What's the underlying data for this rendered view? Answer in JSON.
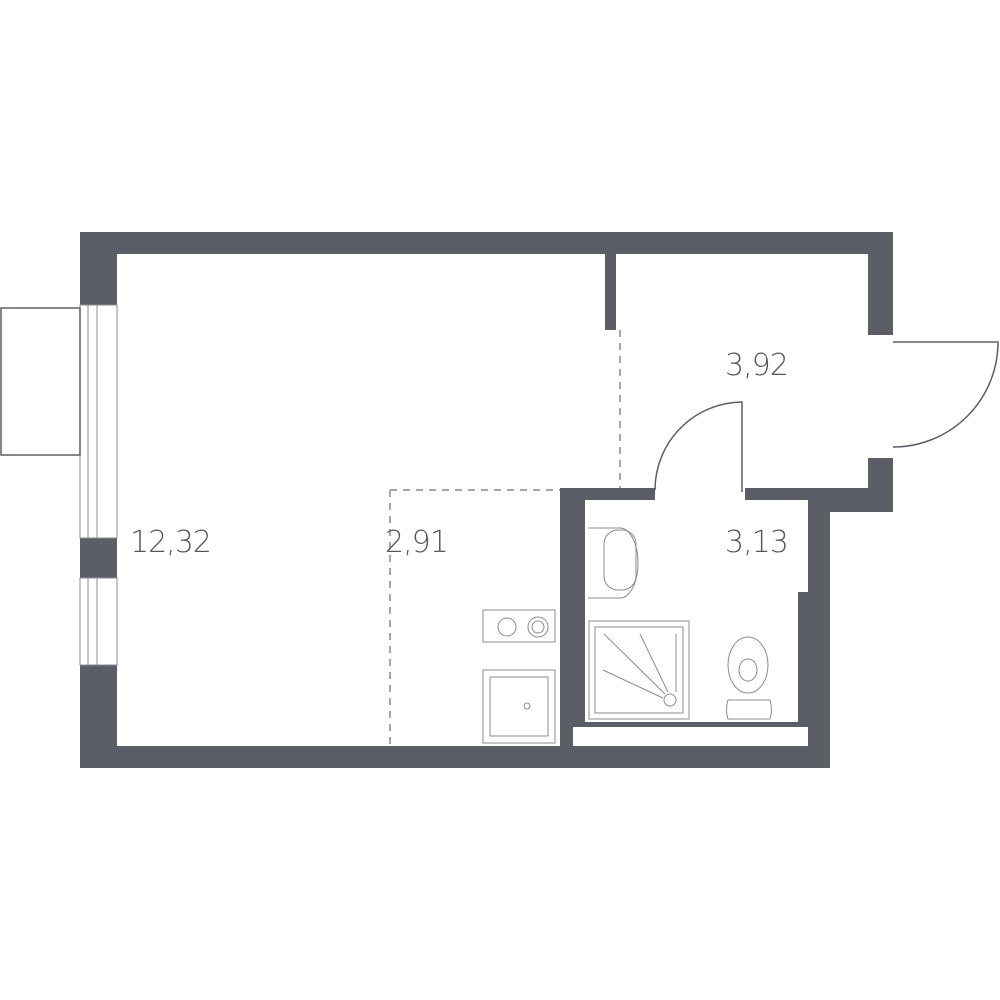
{
  "colors": {
    "wall": "#5b5e66",
    "line": "#8a8c92"
  },
  "rooms": [
    {
      "id": "living",
      "area": "12,32"
    },
    {
      "id": "kitchen",
      "area": "2,91"
    },
    {
      "id": "hall",
      "area": "3,92"
    },
    {
      "id": "bathroom",
      "area": "3,13"
    }
  ]
}
